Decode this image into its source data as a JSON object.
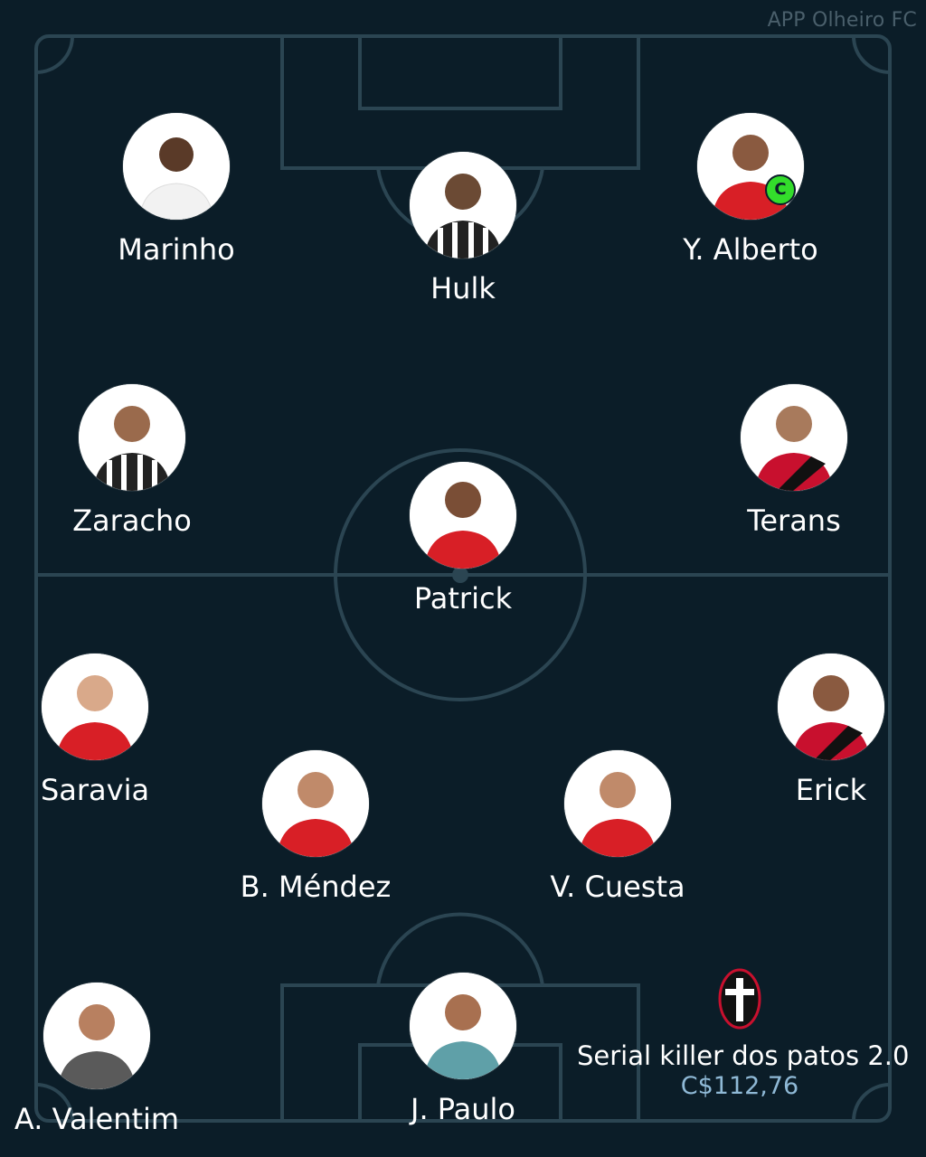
{
  "app": {
    "watermark": "APP Olheiro FC"
  },
  "team": {
    "name": "Serial killer dos patos 2.0",
    "value": "C$112,76",
    "shield_icon": "black-white-cross-shield-icon"
  },
  "colors": {
    "background": "#0b1d28",
    "pitch_lines": "#2b4552",
    "captain_badge": "#33dd2b",
    "price": "#8fb9d6"
  },
  "players": [
    {
      "name": "Marinho",
      "kit": "white",
      "captain": false
    },
    {
      "name": "Hulk",
      "kit": "black-white-stripes",
      "captain": false
    },
    {
      "name": "Y. Alberto",
      "kit": "red",
      "captain": true,
      "captain_label": "C"
    },
    {
      "name": "Zaracho",
      "kit": "black-white-stripes",
      "captain": false
    },
    {
      "name": "Terans",
      "kit": "red-black",
      "captain": false
    },
    {
      "name": "Patrick",
      "kit": "red",
      "captain": false
    },
    {
      "name": "Saravia",
      "kit": "red",
      "captain": false
    },
    {
      "name": "Erick",
      "kit": "red-black",
      "captain": false
    },
    {
      "name": "B. Méndez",
      "kit": "red",
      "captain": false
    },
    {
      "name": "V. Cuesta",
      "kit": "red",
      "captain": false
    },
    {
      "name": "A. Valentim",
      "kit": "grey-shirt",
      "captain": false
    },
    {
      "name": "J. Paulo",
      "kit": "teal-goalkeeper",
      "captain": false
    }
  ]
}
